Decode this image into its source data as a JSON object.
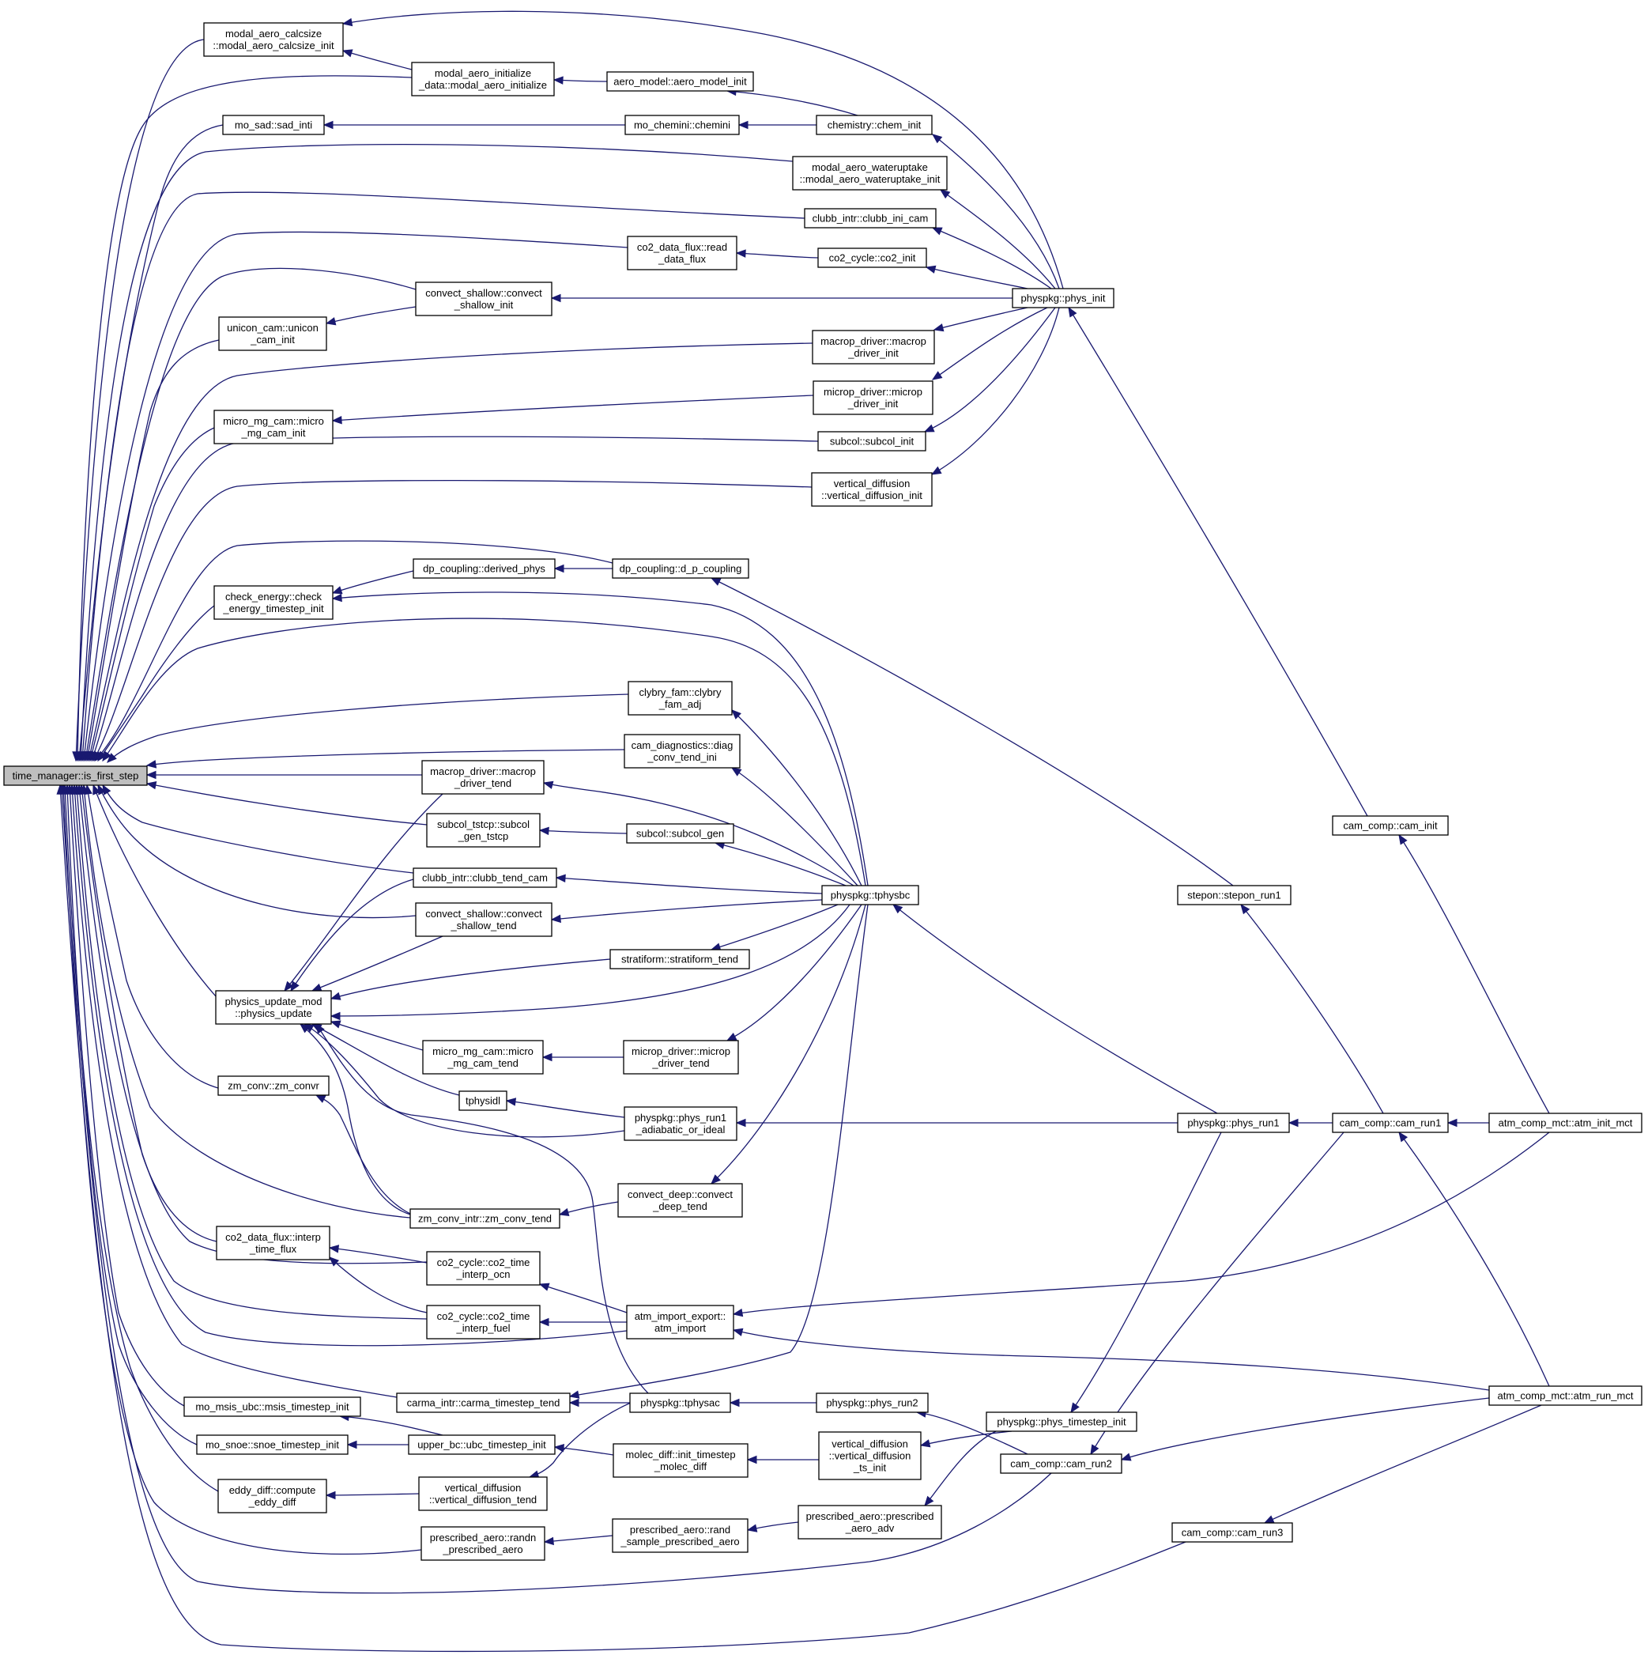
{
  "graph": {
    "edge_color": "#191970",
    "root_fill": "#bfbfbf",
    "nodes": [
      {
        "id": "is_first_step",
        "lines": [
          "time_manager::is_first_step"
        ],
        "root": true
      },
      {
        "id": "modal_aero_calcsize_init",
        "lines": [
          "modal_aero_calcsize",
          "::modal_aero_calcsize_init"
        ]
      },
      {
        "id": "modal_aero_initialize",
        "lines": [
          "modal_aero_initialize",
          "_data::modal_aero_initialize"
        ]
      },
      {
        "id": "aero_model_init",
        "lines": [
          "aero_model::aero_model_init"
        ]
      },
      {
        "id": "sad_inti",
        "lines": [
          "mo_sad::sad_inti"
        ]
      },
      {
        "id": "chemini",
        "lines": [
          "mo_chemini::chemini"
        ]
      },
      {
        "id": "chem_init",
        "lines": [
          "chemistry::chem_init"
        ]
      },
      {
        "id": "modal_aero_wateruptake_init",
        "lines": [
          "modal_aero_wateruptake",
          "::modal_aero_wateruptake_init"
        ]
      },
      {
        "id": "clubb_ini_cam",
        "lines": [
          "clubb_intr::clubb_ini_cam"
        ]
      },
      {
        "id": "read_data_flux",
        "lines": [
          "co2_data_flux::read",
          "_data_flux"
        ]
      },
      {
        "id": "co2_init",
        "lines": [
          "co2_cycle::co2_init"
        ]
      },
      {
        "id": "convect_shallow_init",
        "lines": [
          "convect_shallow::convect",
          "_shallow_init"
        ]
      },
      {
        "id": "unicon_cam_init",
        "lines": [
          "unicon_cam::unicon",
          "_cam_init"
        ]
      },
      {
        "id": "phys_init",
        "lines": [
          "physpkg::phys_init"
        ]
      },
      {
        "id": "macrop_driver_init",
        "lines": [
          "macrop_driver::macrop",
          "_driver_init"
        ]
      },
      {
        "id": "microp_driver_init",
        "lines": [
          "microp_driver::microp",
          "_driver_init"
        ]
      },
      {
        "id": "micro_mg_cam_init",
        "lines": [
          "micro_mg_cam::micro",
          "_mg_cam_init"
        ]
      },
      {
        "id": "subcol_init",
        "lines": [
          "subcol::subcol_init"
        ]
      },
      {
        "id": "vertical_diffusion_init",
        "lines": [
          "vertical_diffusion",
          "::vertical_diffusion_init"
        ]
      },
      {
        "id": "derived_phys",
        "lines": [
          "dp_coupling::derived_phys"
        ]
      },
      {
        "id": "d_p_coupling",
        "lines": [
          "dp_coupling::d_p_coupling"
        ]
      },
      {
        "id": "check_energy_timestep_init",
        "lines": [
          "check_energy::check",
          "_energy_timestep_init"
        ]
      },
      {
        "id": "clybry_fam_adj",
        "lines": [
          "clybry_fam::clybry",
          "_fam_adj"
        ]
      },
      {
        "id": "diag_conv_tend_ini",
        "lines": [
          "cam_diagnostics::diag",
          "_conv_tend_ini"
        ]
      },
      {
        "id": "macrop_driver_tend",
        "lines": [
          "macrop_driver::macrop",
          "_driver_tend"
        ]
      },
      {
        "id": "subcol_gen_tstcp",
        "lines": [
          "subcol_tstcp::subcol",
          "_gen_tstcp"
        ]
      },
      {
        "id": "subcol_gen",
        "lines": [
          "subcol::subcol_gen"
        ]
      },
      {
        "id": "cam_init",
        "lines": [
          "cam_comp::cam_init"
        ]
      },
      {
        "id": "clubb_tend_cam",
        "lines": [
          "clubb_intr::clubb_tend_cam"
        ]
      },
      {
        "id": "tphysbc",
        "lines": [
          "physpkg::tphysbc"
        ]
      },
      {
        "id": "stepon_run1",
        "lines": [
          "stepon::stepon_run1"
        ]
      },
      {
        "id": "convect_shallow_tend",
        "lines": [
          "convect_shallow::convect",
          "_shallow_tend"
        ]
      },
      {
        "id": "stratiform_tend",
        "lines": [
          "stratiform::stratiform_tend"
        ]
      },
      {
        "id": "physics_update",
        "lines": [
          "physics_update_mod",
          "::physics_update"
        ]
      },
      {
        "id": "micro_mg_cam_tend",
        "lines": [
          "micro_mg_cam::micro",
          "_mg_cam_tend"
        ]
      },
      {
        "id": "microp_driver_tend",
        "lines": [
          "microp_driver::microp",
          "_driver_tend"
        ]
      },
      {
        "id": "zm_convr",
        "lines": [
          "zm_conv::zm_convr"
        ]
      },
      {
        "id": "tphysidl",
        "lines": [
          "tphysidl"
        ]
      },
      {
        "id": "phys_run1_adiabatic",
        "lines": [
          "physpkg::phys_run1",
          "_adiabatic_or_ideal"
        ]
      },
      {
        "id": "phys_run1",
        "lines": [
          "physpkg::phys_run1"
        ]
      },
      {
        "id": "cam_run1",
        "lines": [
          "cam_comp::cam_run1"
        ]
      },
      {
        "id": "atm_init_mct",
        "lines": [
          "atm_comp_mct::atm_init_mct"
        ]
      },
      {
        "id": "convect_deep_tend",
        "lines": [
          "convect_deep::convect",
          "_deep_tend"
        ]
      },
      {
        "id": "zm_conv_tend",
        "lines": [
          "zm_conv_intr::zm_conv_tend"
        ]
      },
      {
        "id": "interp_time_flux",
        "lines": [
          "co2_data_flux::interp",
          "_time_flux"
        ]
      },
      {
        "id": "co2_time_interp_ocn",
        "lines": [
          "co2_cycle::co2_time",
          "_interp_ocn"
        ]
      },
      {
        "id": "co2_time_interp_fuel",
        "lines": [
          "co2_cycle::co2_time",
          "_interp_fuel"
        ]
      },
      {
        "id": "atm_import",
        "lines": [
          "atm_import_export::",
          "atm_import"
        ]
      },
      {
        "id": "carma_timestep_tend",
        "lines": [
          "carma_intr::carma_timestep_tend"
        ]
      },
      {
        "id": "tphysac",
        "lines": [
          "physpkg::tphysac"
        ]
      },
      {
        "id": "phys_run2",
        "lines": [
          "physpkg::phys_run2"
        ]
      },
      {
        "id": "msis_timestep_init",
        "lines": [
          "mo_msis_ubc::msis_timestep_init"
        ]
      },
      {
        "id": "phys_timestep_init",
        "lines": [
          "physpkg::phys_timestep_init"
        ]
      },
      {
        "id": "atm_run_mct",
        "lines": [
          "atm_comp_mct::atm_run_mct"
        ]
      },
      {
        "id": "snoe_timestep_init",
        "lines": [
          "mo_snoe::snoe_timestep_init"
        ]
      },
      {
        "id": "ubc_timestep_init",
        "lines": [
          "upper_bc::ubc_timestep_init"
        ]
      },
      {
        "id": "init_timestep_molec_diff",
        "lines": [
          "molec_diff::init_timestep",
          "_molec_diff"
        ]
      },
      {
        "id": "vertical_diffusion_ts_init",
        "lines": [
          "vertical_diffusion",
          "::vertical_diffusion",
          "_ts_init"
        ]
      },
      {
        "id": "cam_run2",
        "lines": [
          "cam_comp::cam_run2"
        ]
      },
      {
        "id": "compute_eddy_diff",
        "lines": [
          "eddy_diff::compute",
          "_eddy_diff"
        ]
      },
      {
        "id": "vertical_diffusion_tend",
        "lines": [
          "vertical_diffusion",
          "::vertical_diffusion_tend"
        ]
      },
      {
        "id": "prescribed_aero_adv",
        "lines": [
          "prescribed_aero::prescribed",
          "_aero_adv"
        ]
      },
      {
        "id": "randn_prescribed_aero",
        "lines": [
          "prescribed_aero::randn",
          "_prescribed_aero"
        ]
      },
      {
        "id": "rand_sample_prescribed_aero",
        "lines": [
          "prescribed_aero::rand",
          "_sample_prescribed_aero"
        ]
      },
      {
        "id": "cam_run3",
        "lines": [
          "cam_comp::cam_run3"
        ]
      }
    ],
    "edges": [
      [
        "modal_aero_calcsize_init",
        "is_first_step"
      ],
      [
        "modal_aero_initialize",
        "is_first_step"
      ],
      [
        "sad_inti",
        "is_first_step"
      ],
      [
        "modal_aero_wateruptake_init",
        "is_first_step"
      ],
      [
        "clubb_ini_cam",
        "is_first_step"
      ],
      [
        "read_data_flux",
        "is_first_step"
      ],
      [
        "convect_shallow_init",
        "is_first_step"
      ],
      [
        "unicon_cam_init",
        "is_first_step"
      ],
      [
        "macrop_driver_init",
        "is_first_step"
      ],
      [
        "micro_mg_cam_init",
        "is_first_step"
      ],
      [
        "subcol_init",
        "is_first_step"
      ],
      [
        "vertical_diffusion_init",
        "is_first_step"
      ],
      [
        "d_p_coupling",
        "is_first_step"
      ],
      [
        "check_energy_timestep_init",
        "is_first_step"
      ],
      [
        "tphysbc",
        "is_first_step"
      ],
      [
        "clybry_fam_adj",
        "is_first_step"
      ],
      [
        "diag_conv_tend_ini",
        "is_first_step"
      ],
      [
        "macrop_driver_tend",
        "is_first_step"
      ],
      [
        "subcol_gen_tstcp",
        "is_first_step"
      ],
      [
        "clubb_tend_cam",
        "is_first_step"
      ],
      [
        "convect_shallow_tend",
        "is_first_step"
      ],
      [
        "physics_update",
        "is_first_step"
      ],
      [
        "zm_convr",
        "is_first_step"
      ],
      [
        "zm_conv_tend",
        "is_first_step"
      ],
      [
        "interp_time_flux",
        "is_first_step"
      ],
      [
        "co2_time_interp_ocn",
        "is_first_step"
      ],
      [
        "co2_time_interp_fuel",
        "is_first_step"
      ],
      [
        "atm_import",
        "is_first_step"
      ],
      [
        "carma_timestep_tend",
        "is_first_step"
      ],
      [
        "msis_timestep_init",
        "is_first_step"
      ],
      [
        "snoe_timestep_init",
        "is_first_step"
      ],
      [
        "compute_eddy_diff",
        "is_first_step"
      ],
      [
        "randn_prescribed_aero",
        "is_first_step"
      ],
      [
        "cam_run2",
        "is_first_step"
      ],
      [
        "cam_run3",
        "is_first_step"
      ],
      [
        "phys_init",
        "modal_aero_calcsize_init"
      ],
      [
        "modal_aero_initialize",
        "modal_aero_calcsize_init"
      ],
      [
        "aero_model_init",
        "modal_aero_initialize"
      ],
      [
        "chem_init",
        "aero_model_init"
      ],
      [
        "chemini",
        "sad_inti"
      ],
      [
        "chem_init",
        "chemini"
      ],
      [
        "phys_init",
        "chem_init"
      ],
      [
        "phys_init",
        "modal_aero_wateruptake_init"
      ],
      [
        "phys_init",
        "clubb_ini_cam"
      ],
      [
        "co2_init",
        "read_data_flux"
      ],
      [
        "phys_init",
        "co2_init"
      ],
      [
        "phys_init",
        "convect_shallow_init"
      ],
      [
        "convect_shallow_init",
        "unicon_cam_init"
      ],
      [
        "phys_init",
        "macrop_driver_init"
      ],
      [
        "phys_init",
        "microp_driver_init"
      ],
      [
        "microp_driver_init",
        "micro_mg_cam_init"
      ],
      [
        "phys_init",
        "subcol_init"
      ],
      [
        "phys_init",
        "vertical_diffusion_init"
      ],
      [
        "cam_init",
        "phys_init"
      ],
      [
        "atm_init_mct",
        "cam_init"
      ],
      [
        "derived_phys",
        "check_energy_timestep_init"
      ],
      [
        "d_p_coupling",
        "derived_phys"
      ],
      [
        "tphysbc",
        "check_energy_timestep_init"
      ],
      [
        "stepon_run1",
        "d_p_coupling"
      ],
      [
        "cam_run1",
        "stepon_run1"
      ],
      [
        "tphysbc",
        "clybry_fam_adj"
      ],
      [
        "tphysbc",
        "diag_conv_tend_ini"
      ],
      [
        "tphysbc",
        "macrop_driver_tend"
      ],
      [
        "subcol_gen",
        "subcol_gen_tstcp"
      ],
      [
        "tphysbc",
        "subcol_gen"
      ],
      [
        "tphysbc",
        "clubb_tend_cam"
      ],
      [
        "tphysbc",
        "convect_shallow_tend"
      ],
      [
        "tphysbc",
        "stratiform_tend"
      ],
      [
        "tphysbc",
        "physics_update"
      ],
      [
        "phys_run1",
        "tphysbc"
      ],
      [
        "tphysbc",
        "microp_driver_tend"
      ],
      [
        "tphysbc",
        "convect_deep_tend"
      ],
      [
        "tphysbc",
        "carma_timestep_tend"
      ],
      [
        "phys_run1",
        "phys_run1_adiabatic"
      ],
      [
        "cam_run1",
        "phys_run1"
      ],
      [
        "atm_init_mct",
        "cam_run1"
      ],
      [
        "atm_run_mct",
        "cam_run1"
      ],
      [
        "macrop_driver_tend",
        "physics_update"
      ],
      [
        "clubb_tend_cam",
        "physics_update"
      ],
      [
        "convect_shallow_tend",
        "physics_update"
      ],
      [
        "stratiform_tend",
        "physics_update"
      ],
      [
        "micro_mg_cam_tend",
        "physics_update"
      ],
      [
        "microp_driver_tend",
        "micro_mg_cam_tend"
      ],
      [
        "tphysidl",
        "physics_update"
      ],
      [
        "phys_run1_adiabatic",
        "tphysidl"
      ],
      [
        "phys_run1_adiabatic",
        "physics_update"
      ],
      [
        "zm_conv_tend",
        "physics_update"
      ],
      [
        "tphysac",
        "physics_update"
      ],
      [
        "zm_conv_tend",
        "zm_convr"
      ],
      [
        "convect_deep_tend",
        "zm_conv_tend"
      ],
      [
        "co2_time_interp_ocn",
        "interp_time_flux"
      ],
      [
        "co2_time_interp_fuel",
        "interp_time_flux"
      ],
      [
        "atm_import",
        "co2_time_interp_ocn"
      ],
      [
        "atm_import",
        "co2_time_interp_fuel"
      ],
      [
        "atm_init_mct",
        "atm_import"
      ],
      [
        "atm_run_mct",
        "atm_import"
      ],
      [
        "tphysac",
        "carma_timestep_tend"
      ],
      [
        "phys_run2",
        "tphysac"
      ],
      [
        "cam_run2",
        "phys_run2"
      ],
      [
        "atm_run_mct",
        "cam_run2"
      ],
      [
        "ubc_timestep_init",
        "msis_timestep_init"
      ],
      [
        "ubc_timestep_init",
        "snoe_timestep_init"
      ],
      [
        "init_timestep_molec_diff",
        "ubc_timestep_init"
      ],
      [
        "vertical_diffusion_ts_init",
        "init_timestep_molec_diff"
      ],
      [
        "phys_timestep_init",
        "vertical_diffusion_ts_init"
      ],
      [
        "phys_run1",
        "phys_timestep_init"
      ],
      [
        "vertical_diffusion_tend",
        "compute_eddy_diff"
      ],
      [
        "tphysac",
        "vertical_diffusion_tend"
      ],
      [
        "rand_sample_prescribed_aero",
        "randn_prescribed_aero"
      ],
      [
        "prescribed_aero_adv",
        "rand_sample_prescribed_aero"
      ],
      [
        "phys_timestep_init",
        "prescribed_aero_adv"
      ],
      [
        "atm_run_mct",
        "cam_run3"
      ],
      [
        "cam_run1",
        "cam_run2"
      ]
    ]
  }
}
